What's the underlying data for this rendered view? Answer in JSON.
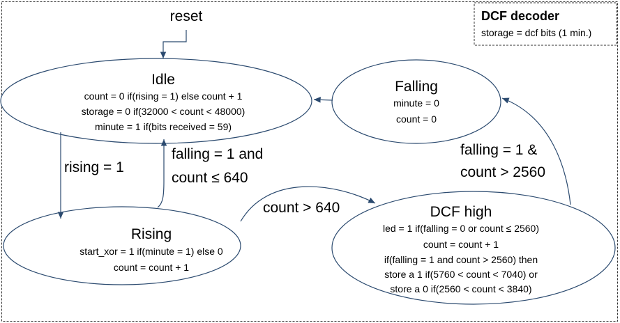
{
  "legend": {
    "title": "DCF decoder",
    "line": "storage = dcf bits (1 min.)"
  },
  "reset_label": "reset",
  "states": {
    "idle": {
      "title": "Idle",
      "lines": [
        "count = 0 if(rising = 1) else count + 1",
        "storage = 0 if(32000 < count  < 48000)",
        "minute = 1 if(bits received = 59)"
      ]
    },
    "falling": {
      "title": "Falling",
      "lines": [
        "minute = 0",
        "count = 0"
      ]
    },
    "rising": {
      "title": "Rising",
      "lines": [
        "start_xor = 1 if(minute = 1) else 0",
        "count = count + 1"
      ]
    },
    "dcf_high": {
      "title": "DCF high",
      "lines": [
        "led = 1 if(falling = 0 or count ≤ 2560)",
        "count = count  + 1",
        "if(falling = 1 and count > 2560) then",
        "store a 1 if(5760 < count < 7040) or",
        "store a 0 if(2560 < count < 3840)"
      ]
    }
  },
  "transitions": {
    "idle_to_rising": "rising = 1",
    "rising_to_idle": [
      "falling = 1 and",
      "count ≤ 640"
    ],
    "rising_to_dcf": "count > 640",
    "dcf_to_falling": [
      "falling = 1 &",
      "count > 2560"
    ]
  }
}
